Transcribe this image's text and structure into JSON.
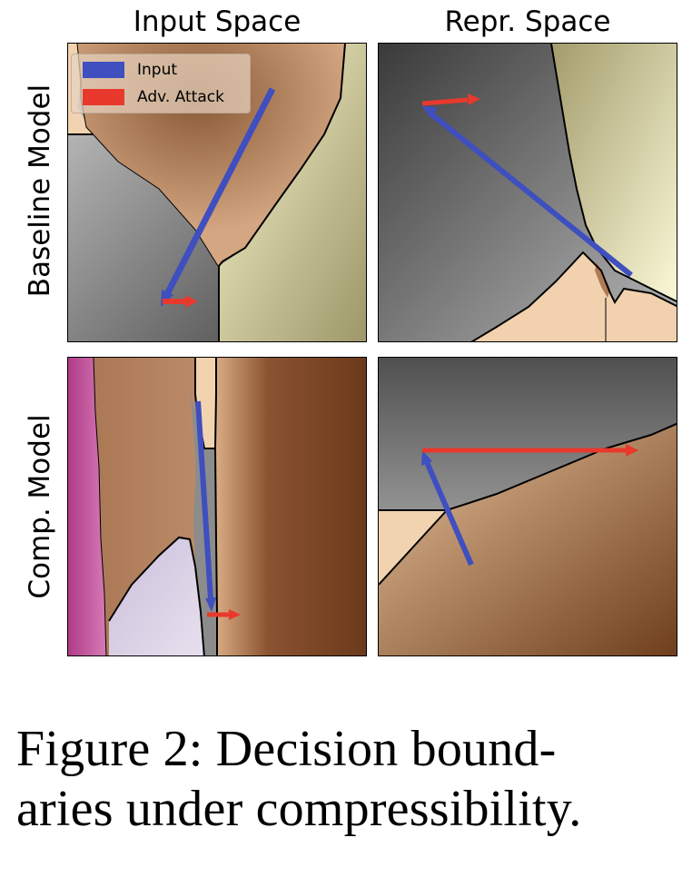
{
  "columns": [
    "Input Space",
    "Repr. Space"
  ],
  "rows": [
    "Baseline Model",
    "Comp. Model"
  ],
  "legend": {
    "items": [
      {
        "label": "Input",
        "color": "#3f4fbf"
      },
      {
        "label": "Adv. Attack",
        "color": "#e8392c"
      }
    ]
  },
  "colors": {
    "gray_dark": "#4a4a4a",
    "gray_light": "#c8c8c8",
    "brown": "#8c5a36",
    "brown_light": "#c99b73",
    "peach": "#f3d4b0",
    "yellow": "#f7f3c4",
    "olive": "#a8a070",
    "magenta": "#c04a98",
    "lavender": "#d8cfe6",
    "dark_brown": "#6a3a1a"
  },
  "caption": {
    "line1": "Figure 2: Decision bound-",
    "line2": "aries under compressibility."
  }
}
